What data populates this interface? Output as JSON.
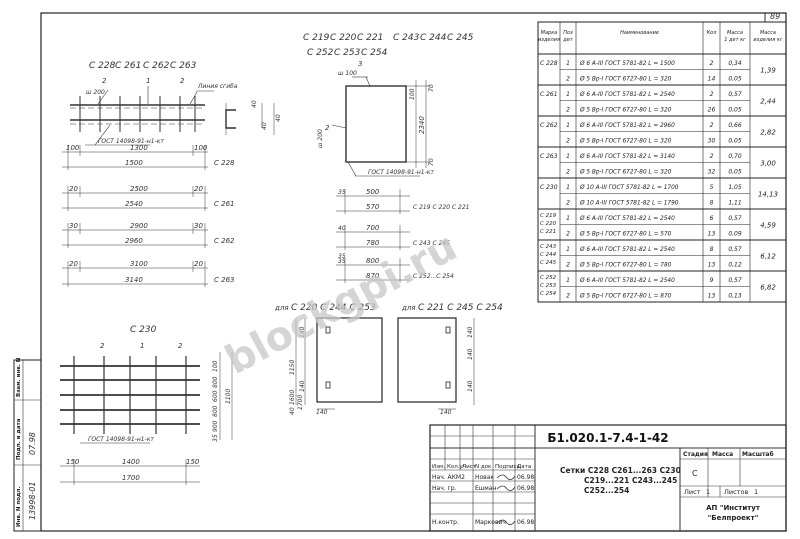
{
  "sheet_number": "89",
  "watermark": "blockgpi.ru",
  "drawing": {
    "marks_top": [
      "С 228",
      "С 261",
      "С 262",
      "С 263"
    ],
    "bar_labels": {
      "pos1": "1",
      "pos2": "2",
      "step_200": "ш 200",
      "bend_line": "Линия сгиба"
    },
    "gost_upper": "ГОСТ 14098-91-н1-кт",
    "gost_bottom": "ГОСТ 14098-91-н1-кт",
    "gost_mesh": "ГОСТ 14098-91-н1-кт",
    "dims_c228": {
      "a": "100",
      "b": "1300",
      "c": "100",
      "total": "1500",
      "mark": "С 228"
    },
    "dims_c261": {
      "a": "20",
      "b": "2500",
      "c": "20",
      "total": "2540",
      "mark": "С 261"
    },
    "dims_c262": {
      "a": "30",
      "b": "2900",
      "c": "30",
      "total": "2960",
      "mark": "С 262"
    },
    "dims_c263": {
      "a": "20",
      "b": "3100",
      "c": "20",
      "total": "3140",
      "mark": "С 263"
    },
    "profile_dims": {
      "d40a": "40",
      "d40b": "40",
      "d40c": "40"
    },
    "marks_mesh_row1": [
      "С 219",
      "С 220",
      "С 221",
      "С 243",
      "С 244",
      "С 245"
    ],
    "marks_mesh_row2": [
      "С 252",
      "С 253",
      "С 254"
    ],
    "mesh": {
      "pos3": "3",
      "step_100": "ш 100",
      "pos2": "2",
      "step_200": "ш 200",
      "dim_100": "100",
      "dim_2340": "2340",
      "dim_70a": "70",
      "dim_70b": "70"
    },
    "mesh_widths": [
      {
        "a": "35",
        "b": "500",
        "total": "570",
        "marks": "С 219  С 220  С 221"
      },
      {
        "a": "40",
        "b": "700",
        "total": "780",
        "marks": "С 243  С 245"
      },
      {
        "a": "35",
        "b": "800",
        "total": "870",
        "marks": "С 252...С 254"
      }
    ],
    "mesh_dim_35": "35",
    "c230": {
      "mark": "С 230",
      "pos2a": "2",
      "pos1": "1",
      "pos2b": "2",
      "a": "150",
      "b": "1400",
      "c": "150",
      "total": "1700"
    },
    "c230_heights": [
      "100",
      "800",
      "600",
      "800",
      "900",
      "1100",
      "35"
    ],
    "hole_left": {
      "for": "для",
      "marks": "С 220  С 244  С 253",
      "dims": [
        "140",
        "140",
        "1150",
        "1700",
        "1600",
        "40",
        "140"
      ]
    },
    "hole_right": {
      "for": "для",
      "marks": "С 221  С 245  С 254",
      "dims": [
        "140",
        "140",
        "140",
        "140"
      ]
    }
  },
  "table": {
    "headers": [
      "Марка изделия",
      "Поз дет",
      "Наименование",
      "Кол",
      "Масса 1 дет кг",
      "Масса изделия кг"
    ],
    "groups": [
      {
        "mark": "С 228",
        "mass": "1,39",
        "rows": [
          {
            "pos": "1",
            "name": "Ø 6  А-III  ГОСТ 5781-82  L = 1500",
            "qty": "2",
            "m": "0,34"
          },
          {
            "pos": "2",
            "name": "Ø 5  Вр-I  ГОСТ 6727-80  L = 320",
            "qty": "14",
            "m": "0,05"
          }
        ]
      },
      {
        "mark": "С 261",
        "mass": "2,44",
        "rows": [
          {
            "pos": "1",
            "name": "Ø 6  А-III  ГОСТ 5781-82  L = 2540",
            "qty": "2",
            "m": "0,57"
          },
          {
            "pos": "2",
            "name": "Ø 5  Вр-I  ГОСТ 6727-80  L = 320",
            "qty": "26",
            "m": "0,05"
          }
        ]
      },
      {
        "mark": "С 262",
        "mass": "2,82",
        "rows": [
          {
            "pos": "1",
            "name": "Ø 6  А-III  ГОСТ 5781-82  L = 2960",
            "qty": "2",
            "m": "0,66"
          },
          {
            "pos": "2",
            "name": "Ø 5  Вр-I  ГОСТ 6727-80  L = 320",
            "qty": "30",
            "m": "0,05"
          }
        ]
      },
      {
        "mark": "С 263",
        "mass": "3,00",
        "rows": [
          {
            "pos": "1",
            "name": "Ø 6  А-III  ГОСТ 5781-82  L = 3140",
            "qty": "2",
            "m": "0,70"
          },
          {
            "pos": "2",
            "name": "Ø 5  Вр-I  ГОСТ 6727-80  L = 320",
            "qty": "32",
            "m": "0,05"
          }
        ]
      },
      {
        "mark": "С 230",
        "mass": "14,13",
        "rows": [
          {
            "pos": "1",
            "name": "Ø 10  А-III  ГОСТ 5781-82  L = 1700",
            "qty": "5",
            "m": "1,05"
          },
          {
            "pos": "2",
            "name": "Ø 10  А-III  ГОСТ 5781-82  L = 1790",
            "qty": "8",
            "m": "1,11"
          }
        ]
      },
      {
        "mark": "С 219 С 220 С 221",
        "mass": "4,59",
        "rows": [
          {
            "pos": "1",
            "name": "Ø 6  А-III  ГОСТ 5781-82  L = 2540",
            "qty": "6",
            "m": "0,57"
          },
          {
            "pos": "2",
            "name": "Ø 5  Вр-I  ГОСТ 6727-80  L = 570",
            "qty": "13",
            "m": "0,09"
          }
        ]
      },
      {
        "mark": "С 243 С 244 С 245",
        "mass": "6,12",
        "rows": [
          {
            "pos": "1",
            "name": "Ø 6  А-III  ГОСТ 5781-82  L = 2540",
            "qty": "8",
            "m": "0,57"
          },
          {
            "pos": "2",
            "name": "Ø 5  Вр-I  ГОСТ 6727-80  L = 780",
            "qty": "13",
            "m": "0,12"
          }
        ]
      },
      {
        "mark": "С 252 С 253 С 254",
        "mass": "6,82",
        "rows": [
          {
            "pos": "1",
            "name": "Ø 6  А-III  ГОСТ 5781-82  L = 2540",
            "qty": "9",
            "m": "0,57"
          },
          {
            "pos": "2",
            "name": "Ø 5  Вр-I  ГОСТ 6727-80  L = 870",
            "qty": "13",
            "m": "0,13"
          }
        ]
      }
    ]
  },
  "title_block": {
    "code": "Б1.020.1-7.4-1-42",
    "desc_lines": [
      "Сетки  С228   С261...263  С230",
      "С219...221  С243...245",
      "С252...254"
    ],
    "hdr": [
      "Изм.",
      "Кол.уч",
      "Лист",
      "N док",
      "Подпись",
      "Дата"
    ],
    "rows": [
      {
        "role": "Нач. АКМ2",
        "name": "Новак",
        "date": "06.98"
      },
      {
        "role": "Нач. гр.",
        "name": "Ешман",
        "date": "06.98"
      },
      {
        "role": "Н.контр.",
        "name": "Маркович",
        "date": "06.98"
      }
    ],
    "stage_hdr": [
      "Стадия",
      "Масса",
      "Масштаб"
    ],
    "stage": "С",
    "sheet_label": "Лист",
    "sheet_value": "1",
    "sheets_label": "Листов",
    "sheets_value": "1",
    "org_line1": "АП  \"Институт",
    "org_line2": "\"Белпроект\""
  },
  "side_stamp": {
    "inv_no": "Инв. N подл.",
    "sign_date": "Подп. и дата",
    "replace_inv": "Взам. инв. N",
    "inv_value": "13998-01",
    "date_value": "07.98"
  }
}
